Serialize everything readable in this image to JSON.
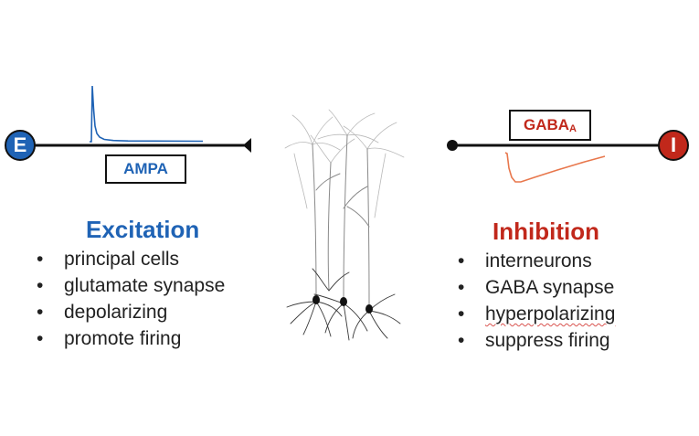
{
  "colors": {
    "excitation": "#1f63b5",
    "inhibition": "#c1281b",
    "inhibition_trace": "#e8774c",
    "line": "#111111"
  },
  "excitatory": {
    "node_label": "E",
    "receptor": "AMPA",
    "title": "Excitation",
    "items": [
      "principal cells",
      "glutamate synapse",
      "depolarizing",
      "promote firing"
    ]
  },
  "inhibitory": {
    "node_label": "I",
    "receptor_main": "GABA",
    "receptor_sub": "A",
    "title": "Inhibition",
    "items": [
      "interneurons",
      "GABA synapse",
      "hyperpolarizing",
      "suppress firing"
    ]
  },
  "icons": {
    "center_image": "pyramidal-neurons-drawing"
  }
}
